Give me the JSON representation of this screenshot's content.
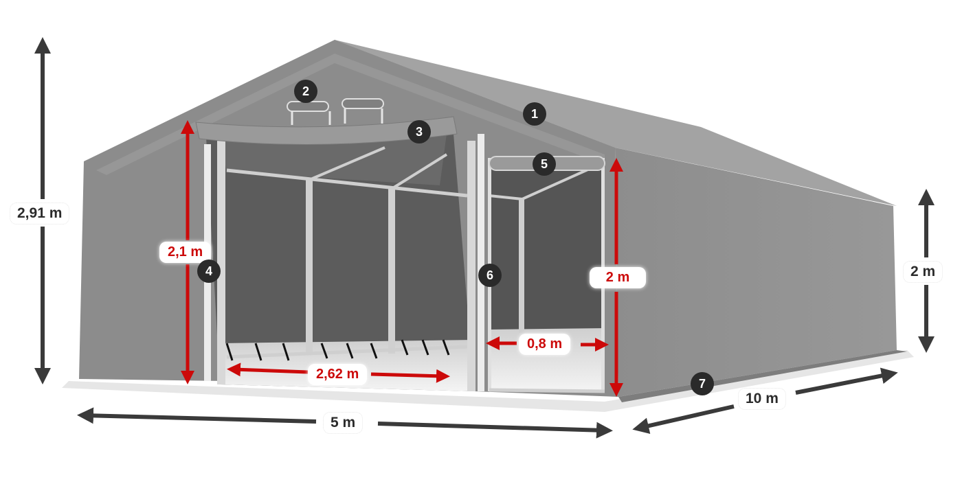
{
  "diagram": {
    "subject": "Storage tent with front gable doors",
    "colors": {
      "background": "#ffffff",
      "tent_fabric": "#8f8f8f",
      "tent_roof": "#9a9a9a",
      "interior": "#5e5e5e",
      "frame": "#d9d9d9",
      "dimension_dark": "#3a3a3a",
      "dimension_red": "#cc0a0a",
      "badge_bg": "#2a2a2a",
      "badge_text": "#ffffff"
    },
    "dimensions": {
      "total_height": "2,91 m",
      "side_height": "2 m",
      "width": "5 m",
      "length": "10 m",
      "main_door_height": "2,1 m",
      "main_door_width": "2,62 m",
      "side_door_height": "2 m",
      "side_door_width": "0,8 m"
    },
    "callouts": [
      {
        "number": "1",
        "target": "roof"
      },
      {
        "number": "2",
        "target": "gable vent / roll-up straps"
      },
      {
        "number": "3",
        "target": "rolled main door top"
      },
      {
        "number": "4",
        "target": "main door left edge"
      },
      {
        "number": "5",
        "target": "rolled side door top"
      },
      {
        "number": "6",
        "target": "door post"
      },
      {
        "number": "7",
        "target": "side wall base"
      }
    ]
  }
}
